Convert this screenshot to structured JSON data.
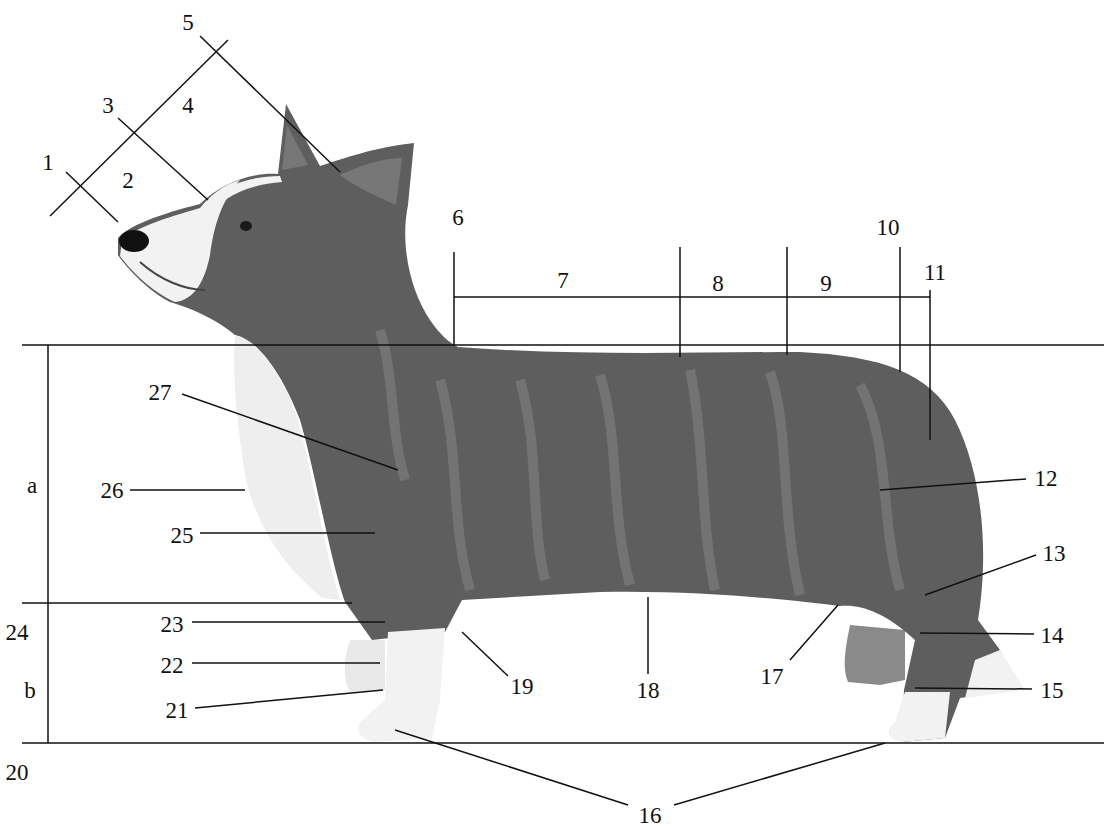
{
  "diagram": {
    "labels": [
      "5",
      "3",
      "4",
      "1",
      "2",
      "6",
      "10",
      "7",
      "8",
      "9",
      "11",
      "27",
      "a",
      "26",
      "12",
      "25",
      "13",
      "24",
      "23",
      "14",
      "22",
      "19",
      "18",
      "17",
      "b",
      "21",
      "15",
      "20",
      "16"
    ]
  }
}
